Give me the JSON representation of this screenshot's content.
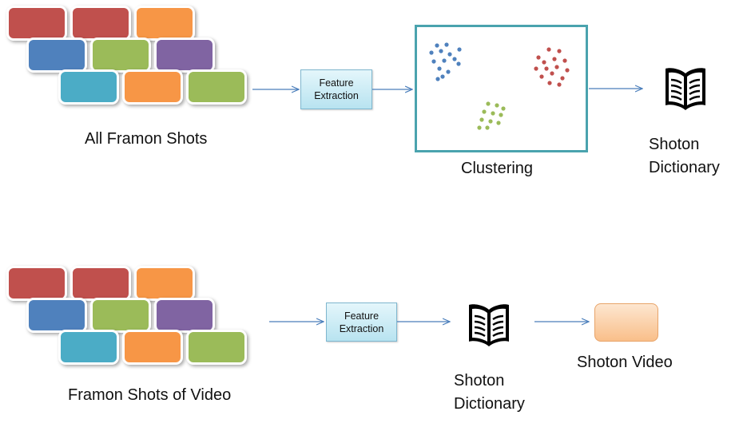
{
  "top": {
    "shots_label": "All Framon Shots",
    "feature_box": [
      "Feature",
      "Extraction"
    ],
    "clustering_label": "Clustering",
    "dictionary_label": [
      "Shoton",
      "Dictionary"
    ]
  },
  "bottom": {
    "shots_label": "Framon Shots of Video",
    "feature_box": [
      "Feature",
      "Extraction"
    ],
    "dictionary_label": [
      "Shoton",
      "Dictionary"
    ],
    "video_label": "Shoton Video"
  },
  "colors": {
    "red": "#c0504d",
    "orange": "#f79646",
    "blue": "#4f81bd",
    "green": "#9bbb59",
    "purple": "#8064a2",
    "teal": "#4bacc6",
    "arrow": "#4a7ebb"
  },
  "tile_rows": [
    [
      "red",
      "red",
      "orange"
    ],
    [
      "blue",
      "green",
      "purple"
    ],
    [
      "teal",
      "orange",
      "green"
    ]
  ],
  "cluster_colors": [
    "blue",
    "red",
    "green"
  ],
  "icons": [
    "open-book-icon"
  ]
}
